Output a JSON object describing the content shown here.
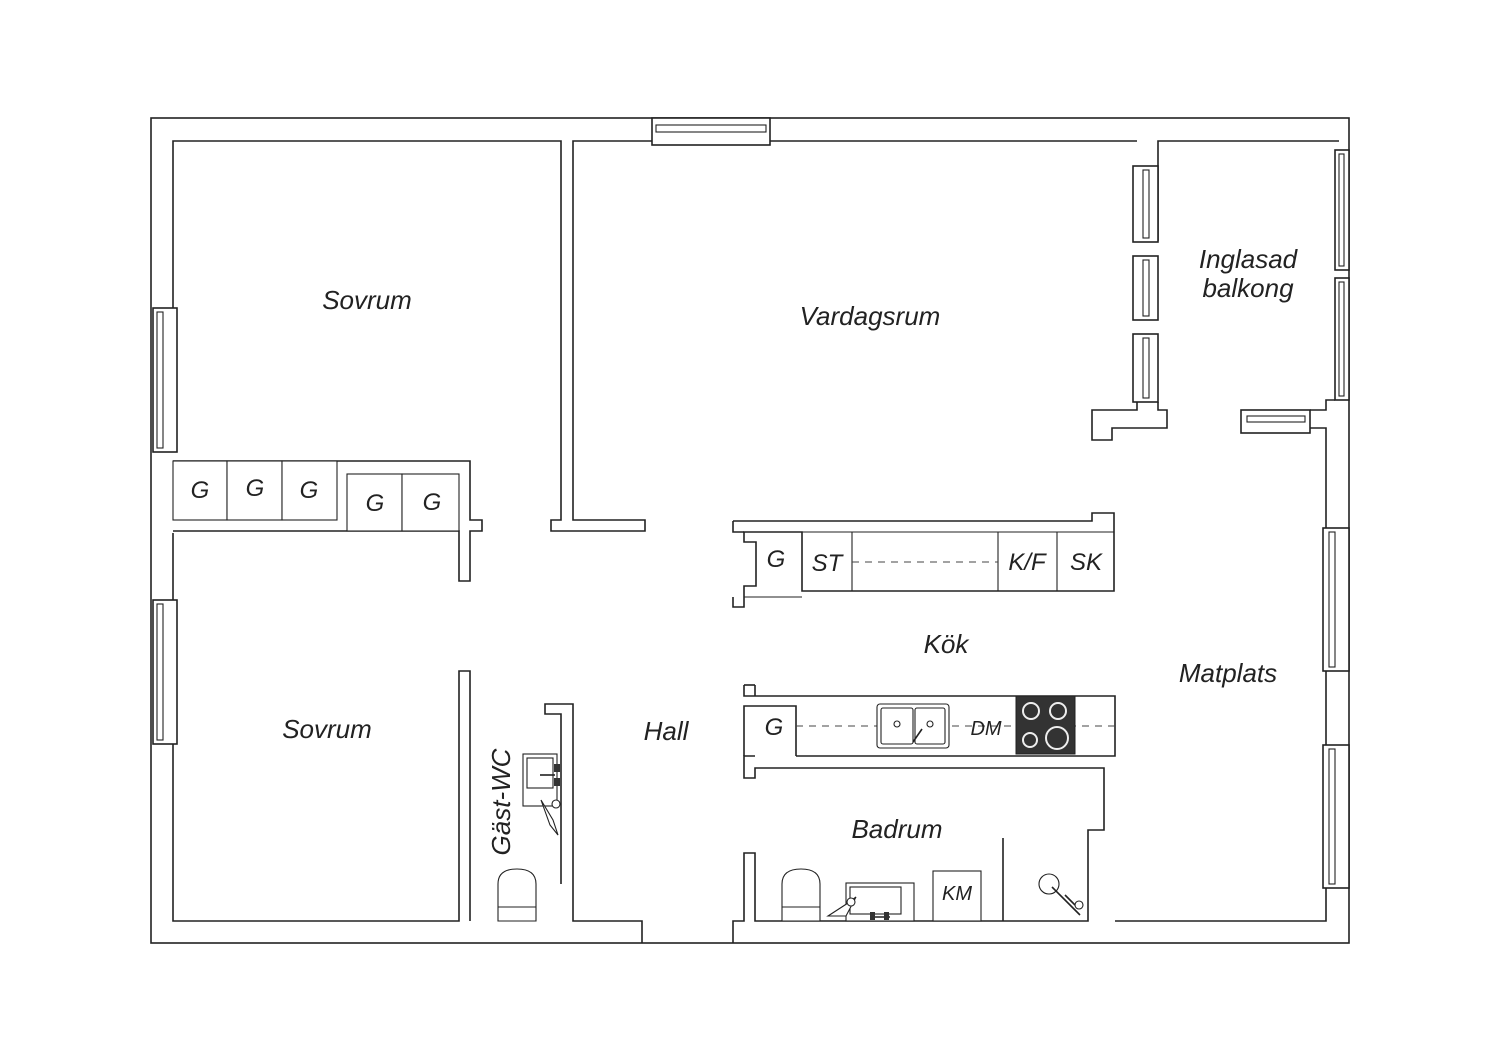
{
  "rooms": {
    "sovrum_top": "Sovrum",
    "sovrum_bottom": "Sovrum",
    "vardagsrum": "Vardagsrum",
    "balkong_line1": "Inglasad",
    "balkong_line2": "balkong",
    "kok": "Kök",
    "matplats": "Matplats",
    "hall": "Hall",
    "gast_wc": "Gäst-WC",
    "badrum": "Badrum"
  },
  "fixtures": {
    "wardrobe": "G",
    "stove_label": "ST",
    "fridge_freezer": "K/F",
    "cabinet": "SK",
    "dishwasher": "DM",
    "washing_machine": "KM"
  }
}
